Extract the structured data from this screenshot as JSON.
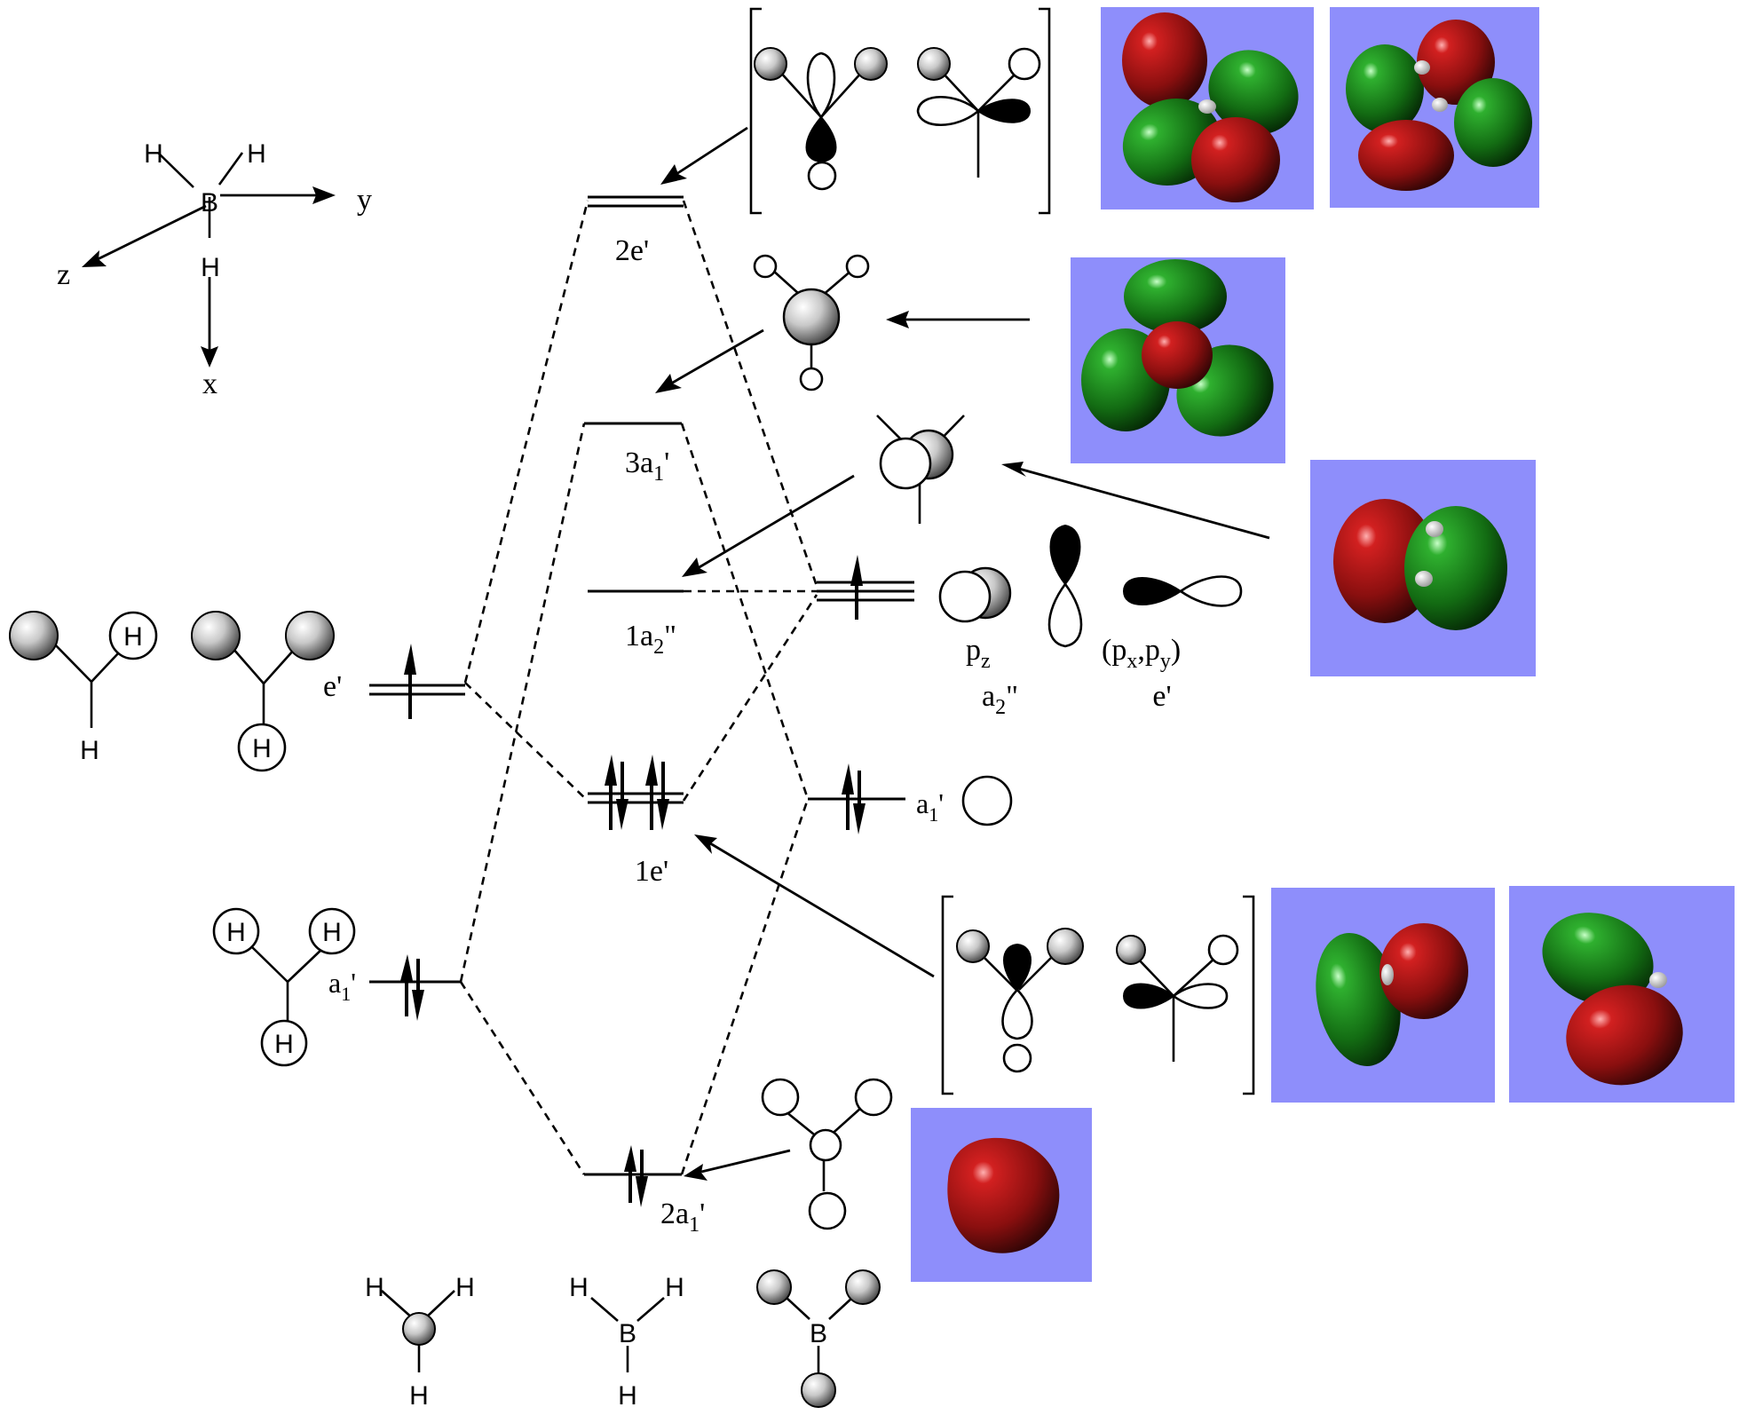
{
  "axes": {
    "x_label": "x",
    "y_label": "y",
    "z_label": "z"
  },
  "atom_labels": {
    "hydrogen": "H",
    "boron": "B"
  },
  "levels": {
    "mo_2e": "2e'",
    "mo_3a1_main": "3a",
    "mo_3a1_sub": "1",
    "mo_3a1_prime": "'",
    "mo_1a2_main": "1a",
    "mo_1a2_sub": "2",
    "mo_1a2_prime": "\"",
    "mo_1e": "1e'",
    "mo_2a1_main": "2a",
    "mo_2a1_sub": "1",
    "mo_2a1_prime": "'",
    "h3_e": "e'",
    "h3_a1_main": "a",
    "h3_a1_sub": "1",
    "h3_a1_prime": "'",
    "b_a1_main": "a",
    "b_a1_sub": "1",
    "b_a1_prime": "'"
  },
  "boron_ao": {
    "pz_main": "p",
    "pz_sub": "z",
    "a2_main": "a",
    "a2_sub": "2",
    "a2_prime": "\"",
    "pxpy_open": "(p",
    "px_sub": "x",
    "pxpy_comma": ",p",
    "py_sub": "y",
    "pxpy_close": ")",
    "e_label": "e'"
  },
  "colors": {
    "render_background": "#8e8efb",
    "lobe_red": "#a01414",
    "lobe_green": "#1f8a1f"
  }
}
